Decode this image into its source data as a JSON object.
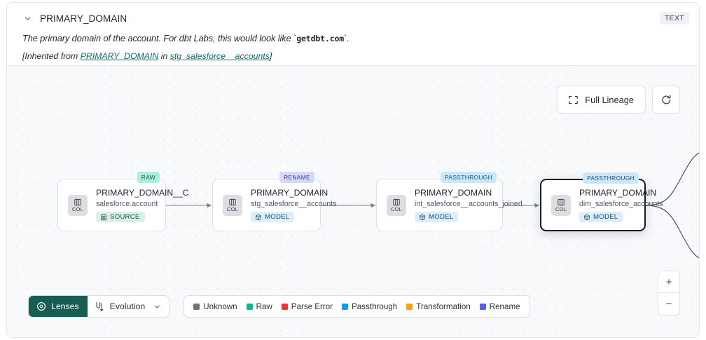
{
  "header": {
    "collapse_icon": "chevron-down-icon",
    "title": "PRIMARY_DOMAIN",
    "type_badge": "TEXT",
    "description_pre": "The primary domain of the account. For dbt Labs, this would look like ",
    "description_code": "getdbt.com",
    "description_post": ".",
    "inherited_pre": "[Inherited from ",
    "inherited_link": "PRIMARY_DOMAIN",
    "inherited_mid": " in ",
    "inherited_source": "stg_salesforce__accounts",
    "inherited_post": "]"
  },
  "canvas": {
    "full_lineage_label": "Full Lineage",
    "full_lineage_icon": "expand-icon",
    "refresh_icon": "refresh-icon",
    "zoom_in_label": "+",
    "zoom_out_label": "−"
  },
  "graph": {
    "nodes": [
      {
        "tag": "RAW",
        "tag_kind": "raw",
        "col_badge": "COL",
        "name": "PRIMARY_DOMAIN__C",
        "subtitle": "salesforce.account",
        "kind": "SOURCE",
        "kind_style": "source",
        "kind_icon": "database-icon",
        "selected": false
      },
      {
        "tag": "RENAME",
        "tag_kind": "rename",
        "col_badge": "COL",
        "name": "PRIMARY_DOMAIN",
        "subtitle": "stg_salesforce__accounts",
        "kind": "MODEL",
        "kind_style": "model",
        "kind_icon": "cube-icon",
        "selected": false
      },
      {
        "tag": "PASSTHROUGH",
        "tag_kind": "passthrough",
        "col_badge": "COL",
        "name": "PRIMARY_DOMAIN",
        "subtitle": "int_salesforce__accounts_joined",
        "kind": "MODEL",
        "kind_style": "model",
        "kind_icon": "cube-icon",
        "selected": false
      },
      {
        "tag": "PASSTHROUGH",
        "tag_kind": "passthrough",
        "col_badge": "COL",
        "name": "PRIMARY_DOMAIN",
        "subtitle": "dim_salesforce_accounts",
        "kind": "MODEL",
        "kind_style": "model",
        "kind_icon": "cube-icon",
        "selected": true
      }
    ]
  },
  "toolbar": {
    "lenses_label": "Lenses",
    "lenses_icon": "aperture-icon",
    "evolution_label": "Evolution",
    "evolution_icon": "evolution-icon",
    "evolution_chevron": "chevron-down-icon"
  },
  "legend": {
    "items": [
      {
        "label": "Unknown",
        "color": "#6b7280"
      },
      {
        "label": "Raw",
        "color": "#10b394"
      },
      {
        "label": "Parse Error",
        "color": "#e0393e"
      },
      {
        "label": "Passthrough",
        "color": "#1a9ce0"
      },
      {
        "label": "Transformation",
        "color": "#f0a22a"
      },
      {
        "label": "Rename",
        "color": "#5b5bea"
      }
    ]
  }
}
